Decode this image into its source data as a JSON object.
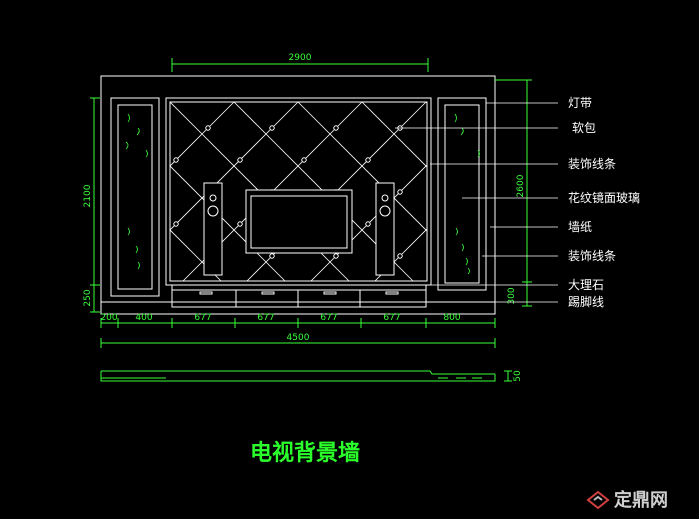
{
  "drawing": {
    "title": "电视背景墙",
    "top_dimension": "2900",
    "left_dimensions": [
      "2100",
      "250"
    ],
    "right_dimensions": [
      "2600",
      "300"
    ],
    "bottom_dimensions": [
      "200",
      "400",
      "677",
      "677",
      "677",
      "677",
      "800"
    ],
    "total_dimension": "4500",
    "section_dimension": "50"
  },
  "labels": [
    "灯带",
    "软包",
    "装饰线条",
    "花纹镜面玻璃",
    "墙纸",
    "装饰线条",
    "大理石",
    "踢脚线"
  ],
  "watermark": {
    "text": "定鼎网"
  },
  "colors": {
    "background": "#000000",
    "lines": "#ffffff",
    "dimensions": "#39ff39",
    "title": "#2bff2b"
  }
}
